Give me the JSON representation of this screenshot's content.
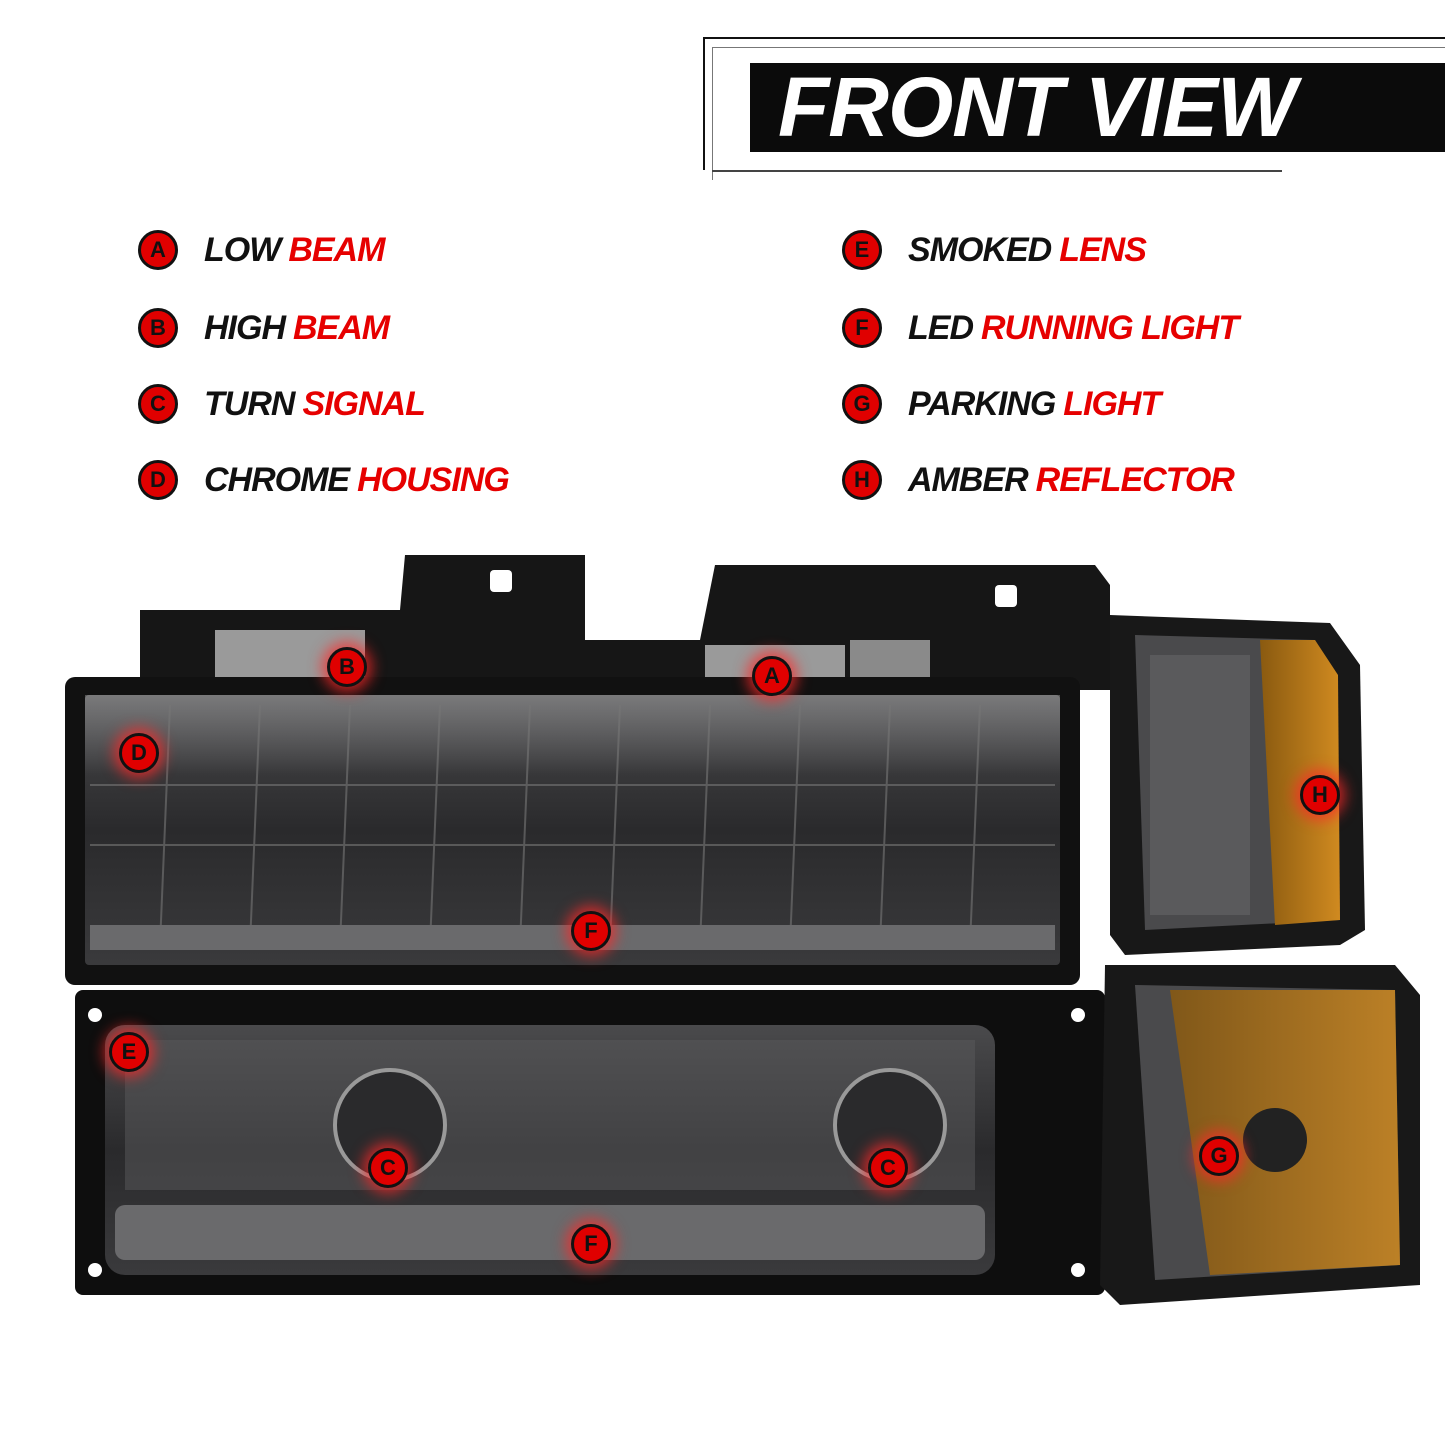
{
  "title": "FRONT VIEW",
  "legend": [
    {
      "letter": "A",
      "label_black": "LOW",
      "label_red": "BEAM"
    },
    {
      "letter": "B",
      "label_black": "HIGH",
      "label_red": "BEAM"
    },
    {
      "letter": "C",
      "label_black": "TURN",
      "label_red": "SIGNAL"
    },
    {
      "letter": "D",
      "label_black": "CHROME",
      "label_red": "HOUSING"
    },
    {
      "letter": "E",
      "label_black": "SMOKED",
      "label_red": "LENS"
    },
    {
      "letter": "F",
      "label_black": "LED",
      "label_red": "RUNNING LIGHT"
    },
    {
      "letter": "G",
      "label_black": "PARKING",
      "label_red": "LIGHT"
    },
    {
      "letter": "H",
      "label_black": "AMBER",
      "label_red": "REFLECTOR"
    }
  ],
  "callouts": {
    "a": "A",
    "b": "B",
    "c1": "C",
    "c2": "C",
    "d": "D",
    "e": "E",
    "f1": "F",
    "f2": "F",
    "g": "G",
    "h": "H"
  },
  "colors": {
    "accent": "#e60000",
    "badge": "#e00000",
    "dark": "#0b0b0b",
    "amber": "#c87a10"
  }
}
